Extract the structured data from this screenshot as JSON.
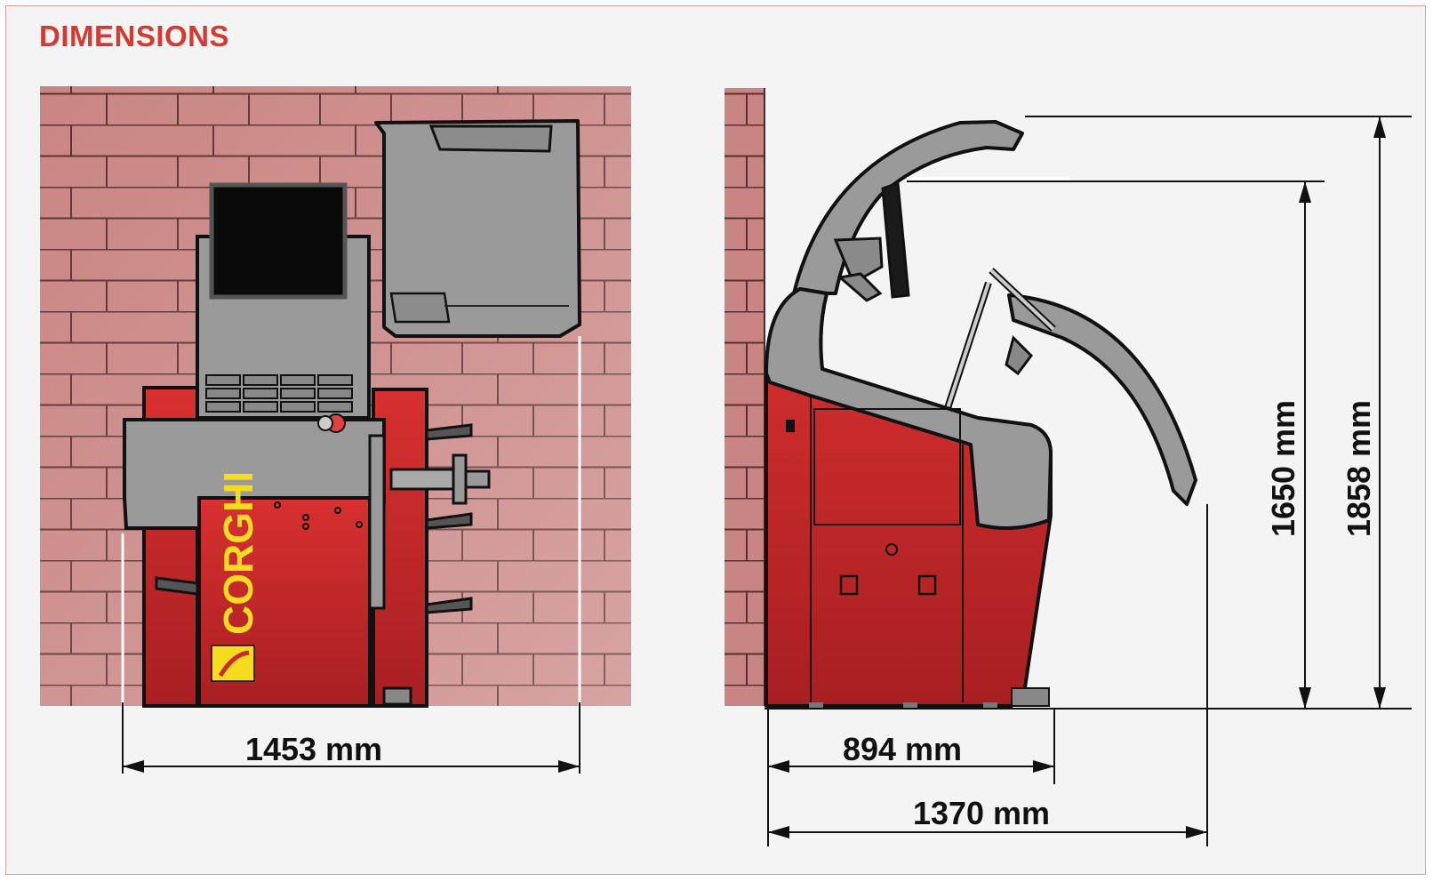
{
  "title": "DIMENSIONS",
  "brand": "CORGHI",
  "colors": {
    "accent": "#d43a30",
    "body_red": "#cc2a2a",
    "cover_gray": "#9a9a9a",
    "wall": "#cc8a88",
    "brand_yellow": "#f5dc1e"
  },
  "dimensions": {
    "front_width": "1453 mm",
    "side_depth": "894 mm",
    "side_depth_open": "1370 mm",
    "height_lowered": "1650 mm",
    "height_raised": "1858 mm"
  }
}
